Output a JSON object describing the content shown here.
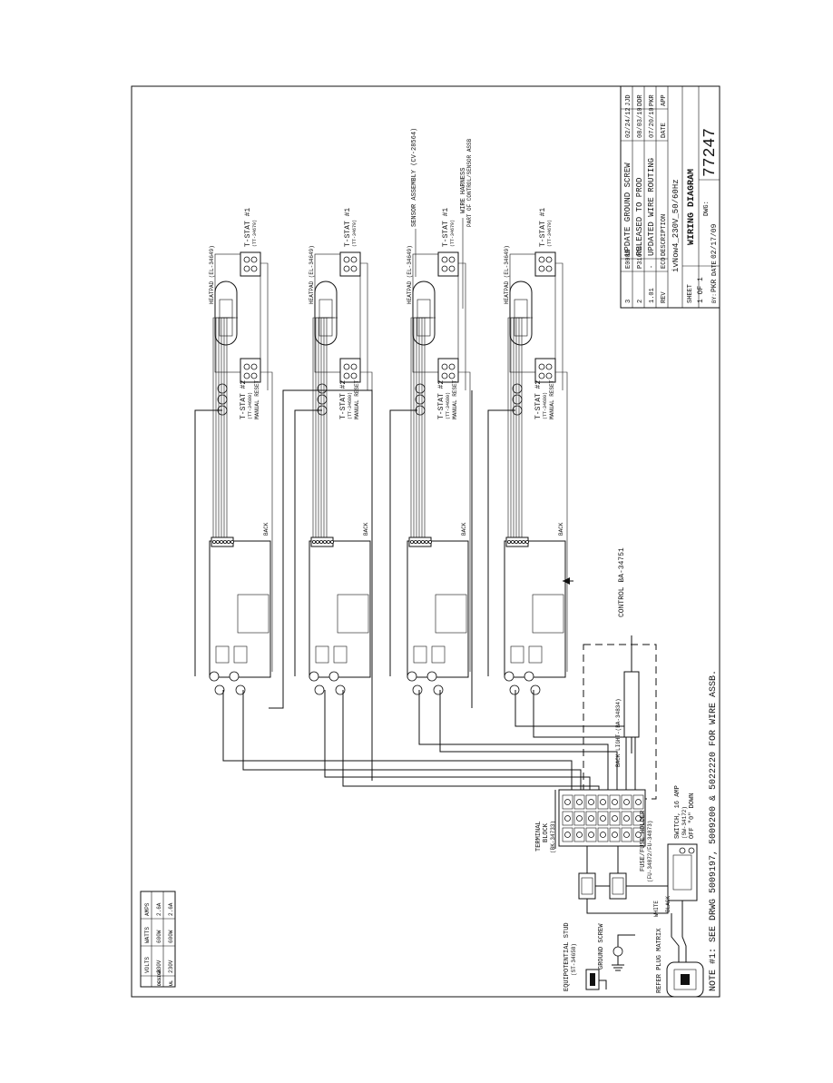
{
  "title_block": {
    "revisions": [
      {
        "rev": "3",
        "eco": "E0089",
        "description": "UPDATE GROUND SCREW",
        "date": "02/24/12",
        "app": "JJD"
      },
      {
        "rev": "2",
        "eco": "P31674",
        "description": "RELEASED TO PROD",
        "date": "08/03/10",
        "app": "DDR"
      },
      {
        "rev": "1.01",
        "eco": "-",
        "description": "UPDATED WIRE ROUTING",
        "date": "07/20/10",
        "app": "PKR"
      }
    ],
    "headers": {
      "rev": "REV",
      "eco": "ECO",
      "description": "DESCRIPTION",
      "date": "DATE",
      "app": "APP"
    },
    "model": "ivNow4_230V_50/60Hz",
    "doc_title": "WIRING DIAGRAM",
    "sheet_label": "SHEET",
    "sheet_value": "1 OF 1",
    "by_label": "BY:",
    "by_value": "PKR",
    "date_label": "DATE",
    "date_value": "02/17/09",
    "dwg_label": "DWG:",
    "dwg_number": "77247"
  },
  "labels": {
    "heatpad": "HEATPAD (EL-34649)",
    "tstat1": "T-STAT #1",
    "tstat1_part": "(TT-34679)",
    "tstat2": "T-STAT #2",
    "tstat2_part": "(TT-34680)",
    "manual_reset": "MANUAL RESET",
    "back": "BACK",
    "sensor_assembly": "SENSOR ASSEMBLY (CV-28564)",
    "wire_harness": "WIRE HARNESS",
    "wire_harness_2": "PART OF CONTROL/SENSOR ASSB",
    "control": "CONTROL  BA-34751",
    "back_light": "BACK LIGHT-(BA-34834)",
    "terminal_block_1": "TERMINAL",
    "terminal_block_2": "BLOCK",
    "terminal_block_3": "(BK-34733)",
    "fuse_holder_1": "FUSE/FUSE HOLDER",
    "fuse_holder_2": "(FU-34872/FU-34873)",
    "switch_1": "SWITCH, 16 AMP",
    "switch_2": "(SW-34172)",
    "switch_3": "OFF \"0\" DOWN",
    "black": "BLACK",
    "white": "WHITE",
    "ground_screw": "GROUND SCREW",
    "equipotential_1": "EQUIPOTENTIAL STUD",
    "equipotential_2": "(ST-34658)",
    "refer_plug": "REFER PLUG MATRIX",
    "note": "NOTE #1: SEE DRWG 5009197, 5009200 & 5022220 FOR WIRE ASSB."
  },
  "rating_table": {
    "headers": [
      "VOLTS",
      "WATTS",
      "AMPS"
    ],
    "rows": [
      [
        "230V",
        "600W",
        "2.6A"
      ],
      [
        "230V",
        "600W",
        "2.6A"
      ]
    ],
    "side_labels": [
      "DESIGN",
      "UL"
    ]
  }
}
